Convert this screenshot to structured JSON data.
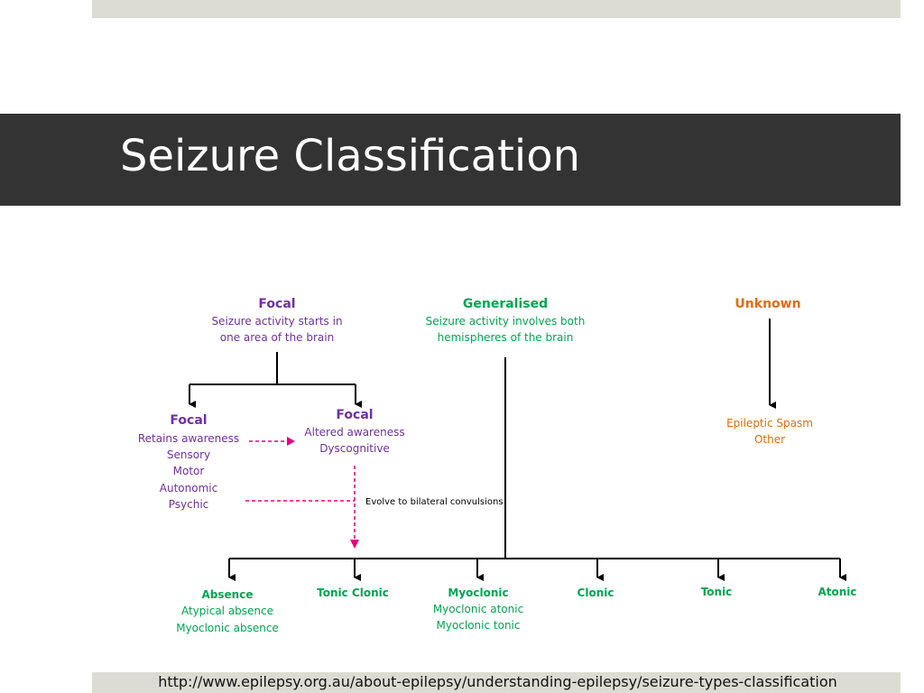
{
  "slide": {
    "title": "Seizure Classification",
    "source_url": "http://www.epilepsy.org.au/about-epilepsy/understanding-epilepsy/seizure-types-classification"
  },
  "colors": {
    "focal": "#7030a0",
    "generalised": "#00a651",
    "unknown": "#e36c09",
    "evolve_arrow": "#e6007e",
    "title_band": "#333333",
    "accent_bar": "#dcdcd4"
  },
  "diagram": {
    "focal": {
      "heading": "Focal",
      "desc_line1": "Seizure activity starts in",
      "desc_line2": "one area of the brain"
    },
    "generalised": {
      "heading": "Generalised",
      "desc_line1": "Seizure activity involves both",
      "desc_line2": "hemispheres of the brain"
    },
    "unknown": {
      "heading": "Unknown",
      "items": [
        "Epileptic Spasm",
        "Other"
      ]
    },
    "focal_aware": {
      "heading": "Focal",
      "items": [
        "Retains awareness",
        "Sensory",
        "Motor",
        "Autonomic",
        "Psychic"
      ]
    },
    "focal_impaired": {
      "heading": "Focal",
      "items": [
        "Altered awareness",
        "Dyscognitive"
      ]
    },
    "evolve_label": "Evolve to bilateral convulsions",
    "generalised_types": [
      {
        "name": "Absence",
        "subtypes": [
          "Atypical absence",
          "Myoclonic absence"
        ]
      },
      {
        "name": "Tonic Clonic",
        "subtypes": []
      },
      {
        "name": "Myoclonic",
        "subtypes": [
          "Myoclonic atonic",
          "Myoclonic tonic"
        ]
      },
      {
        "name": "Clonic",
        "subtypes": []
      },
      {
        "name": "Tonic",
        "subtypes": []
      },
      {
        "name": "Atonic",
        "subtypes": []
      }
    ]
  }
}
